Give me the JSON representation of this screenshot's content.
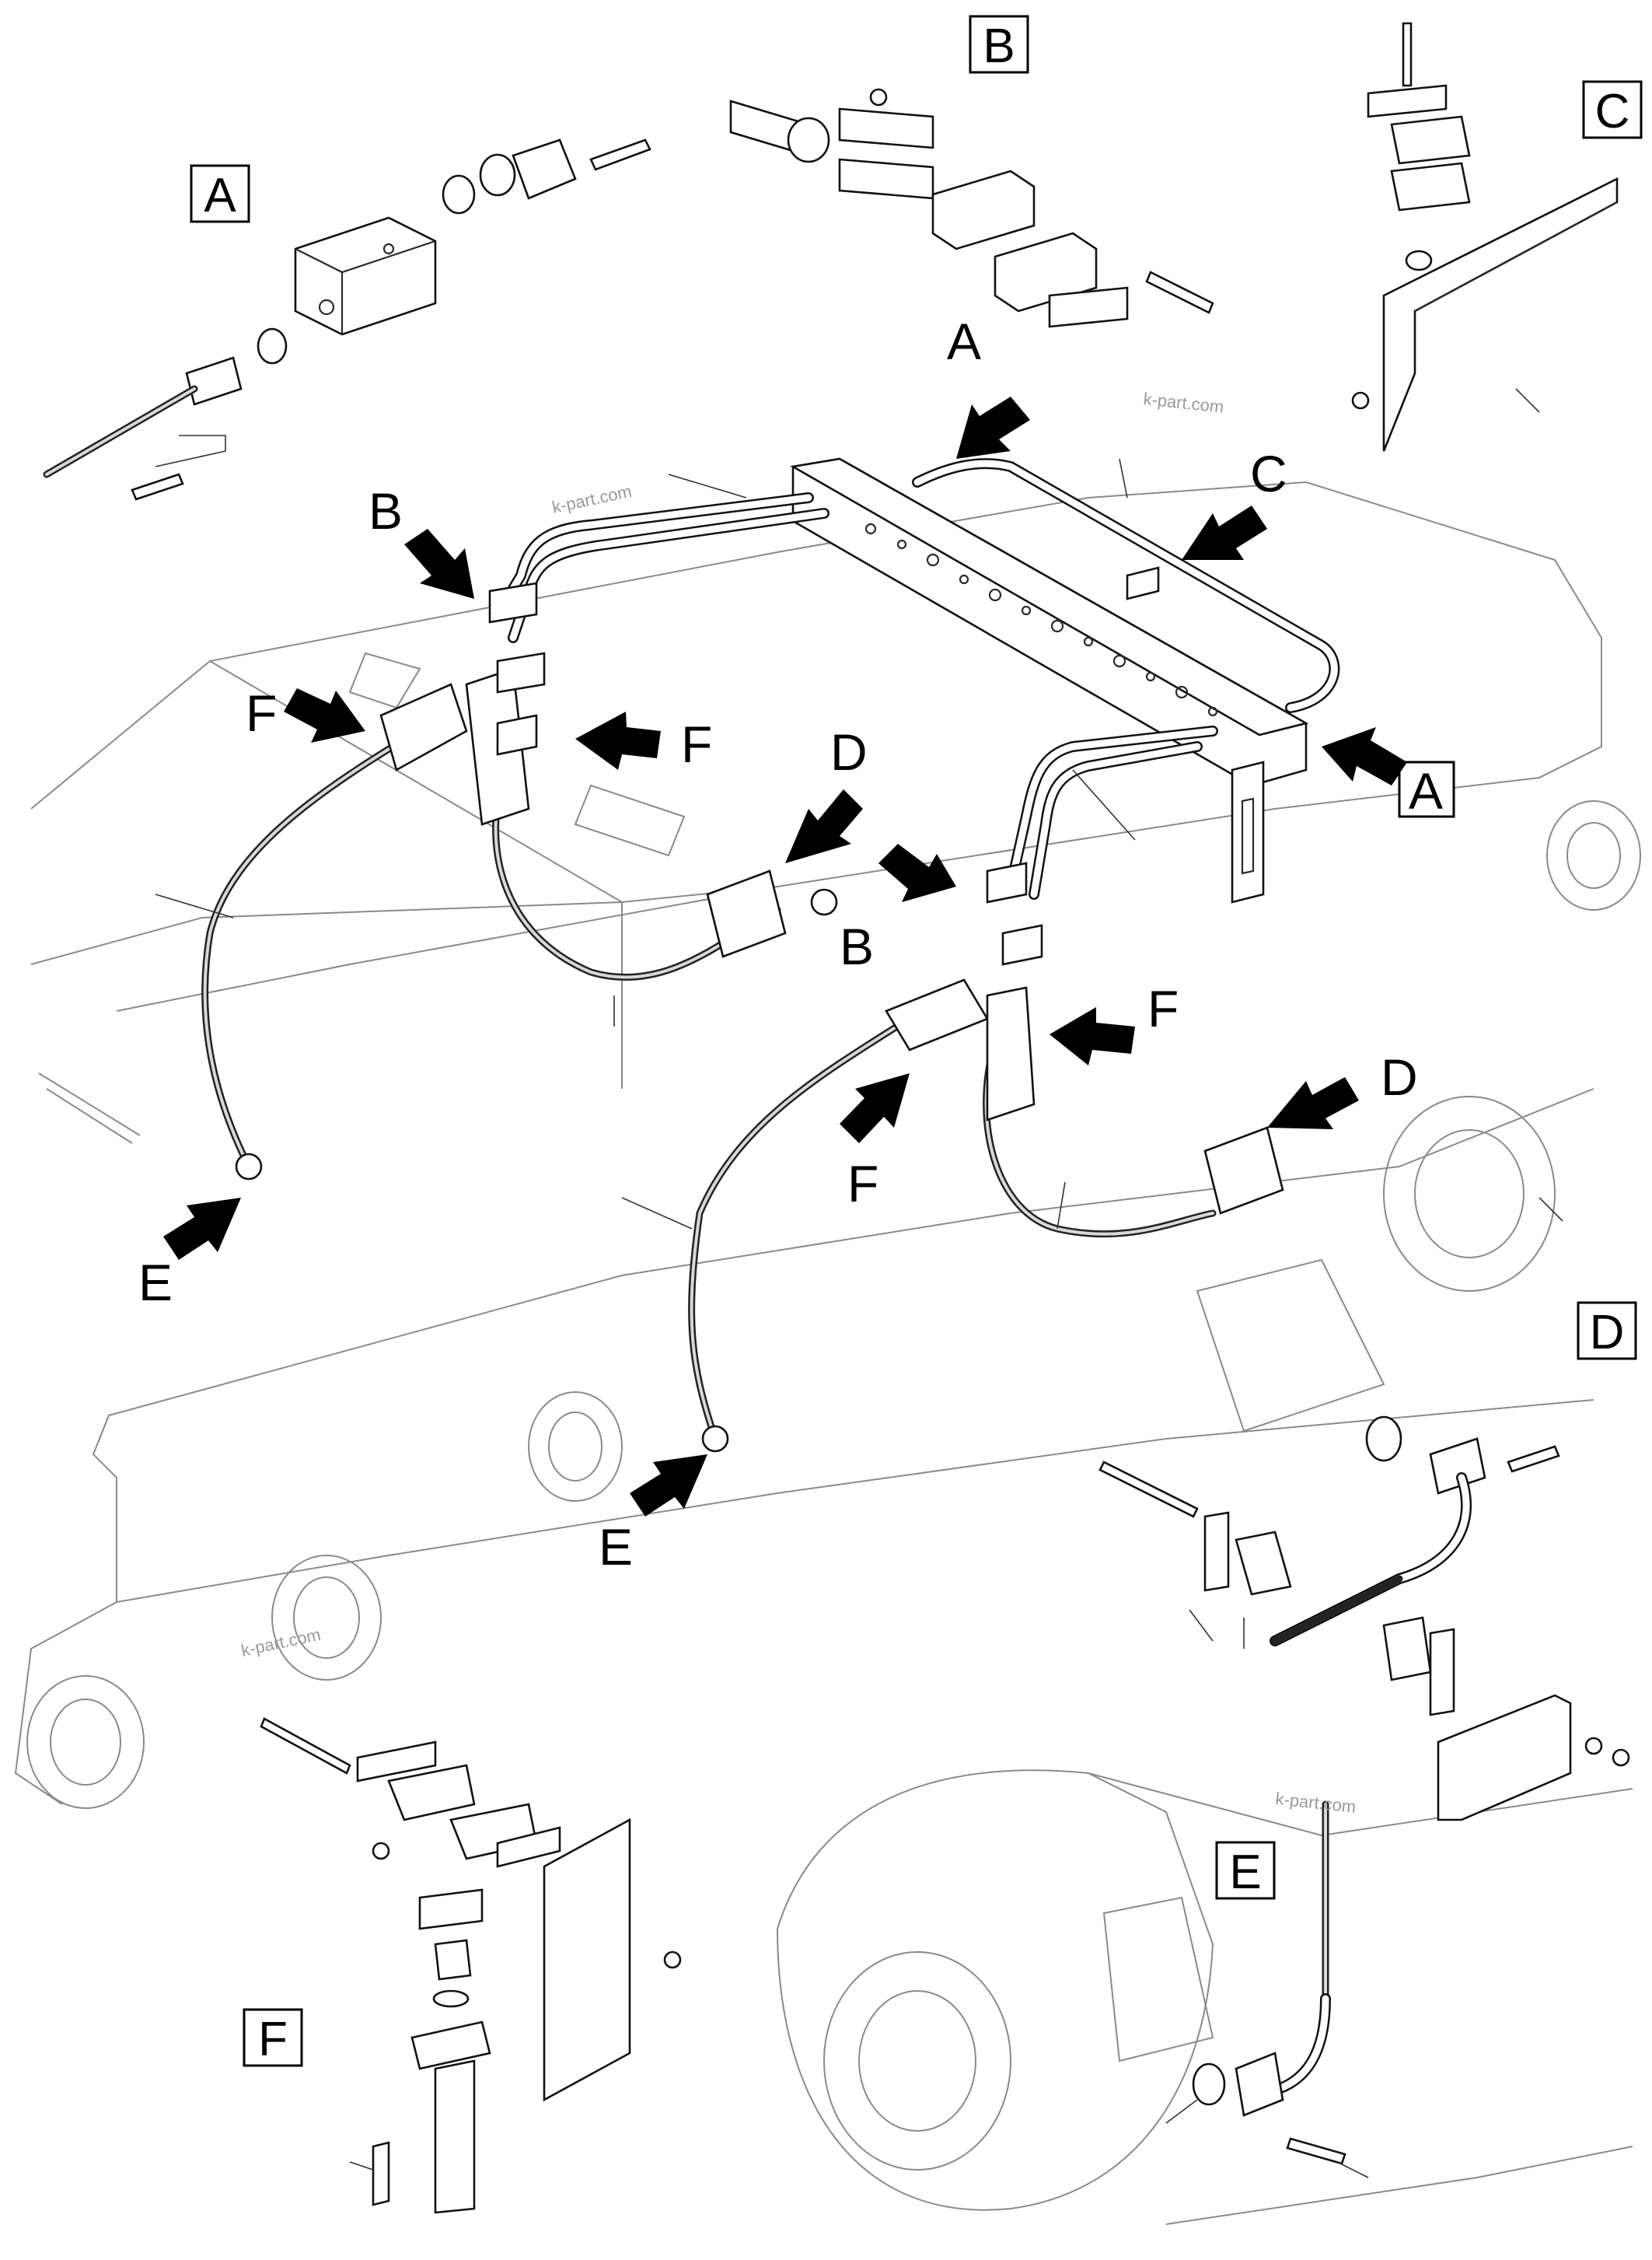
{
  "watermark": "k-part.com",
  "detail_labels": {
    "A": "A",
    "B": "B",
    "C": "C",
    "D": "D",
    "E": "E",
    "F": "F"
  },
  "arrow_labels": {
    "a_top": "A",
    "a_right": "A",
    "b_left": "B",
    "b_mid": "B",
    "c": "C",
    "d_center": "D",
    "d_right": "D",
    "e_left": "E",
    "e_mid": "E",
    "f_left": "F",
    "f_inner": "F",
    "f_right": "F",
    "f_low": "F"
  }
}
